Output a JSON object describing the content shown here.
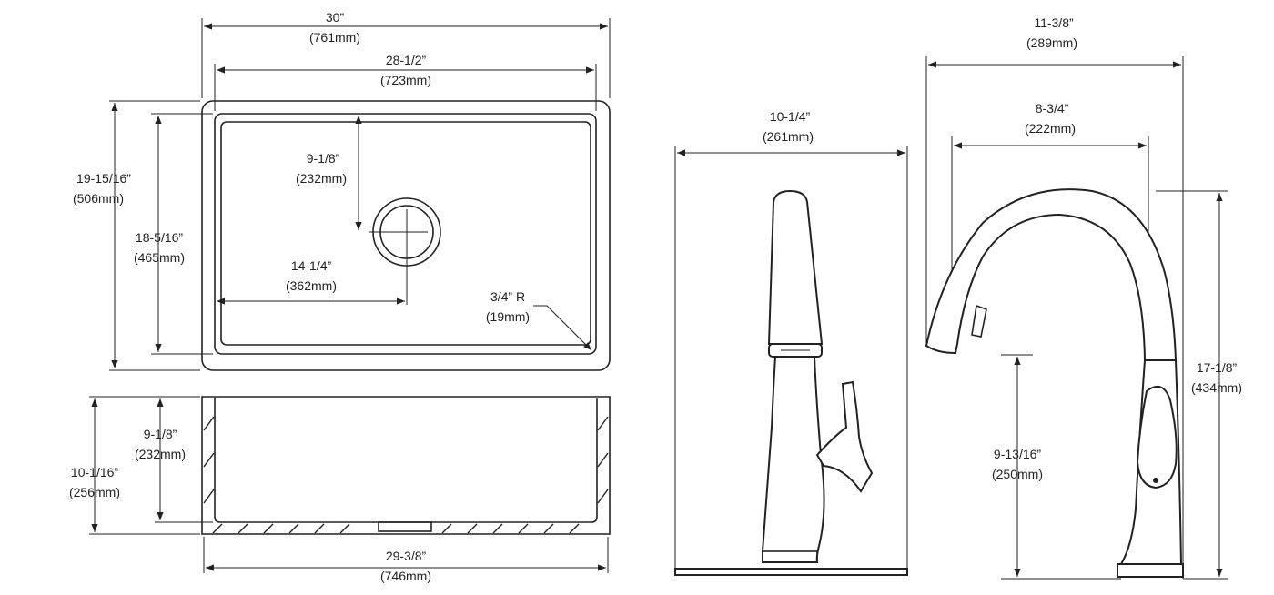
{
  "sink_top_view": {
    "overall_width": {
      "imperial": "30”",
      "metric": "(761mm)"
    },
    "inner_width": {
      "imperial": "28-1/2”",
      "metric": "(723mm)"
    },
    "overall_depth": {
      "imperial": "19-15/16”",
      "metric": "(506mm)"
    },
    "inner_depth": {
      "imperial": "18-5/16”",
      "metric": "(465mm)"
    },
    "drain_from_back": {
      "imperial": "9-1/8”",
      "metric": "(232mm)"
    },
    "drain_from_side": {
      "imperial": "14-1/4”",
      "metric": "(362mm)"
    },
    "corner_radius": {
      "imperial": "3/4” R",
      "metric": "(19mm)"
    }
  },
  "sink_front_view": {
    "bowl_depth": {
      "imperial": "9-1/8”",
      "metric": "(232mm)"
    },
    "overall_height": {
      "imperial": "10-1/16”",
      "metric": "(256mm)"
    },
    "apron_width": {
      "imperial": "29-3/8”",
      "metric": "(746mm)"
    }
  },
  "faucet_front_view": {
    "deck_plate_width": {
      "imperial": "10-1/4”",
      "metric": "(261mm)"
    }
  },
  "faucet_side_view": {
    "overall_depth": {
      "imperial": "11-3/8”",
      "metric": "(289mm)"
    },
    "spout_reach": {
      "imperial": "8-3/4”",
      "metric": "(222mm)"
    },
    "overall_height": {
      "imperial": "17-1/8”",
      "metric": "(434mm)"
    },
    "spout_height": {
      "imperial": "9-13/16”",
      "metric": "(250mm)"
    }
  }
}
